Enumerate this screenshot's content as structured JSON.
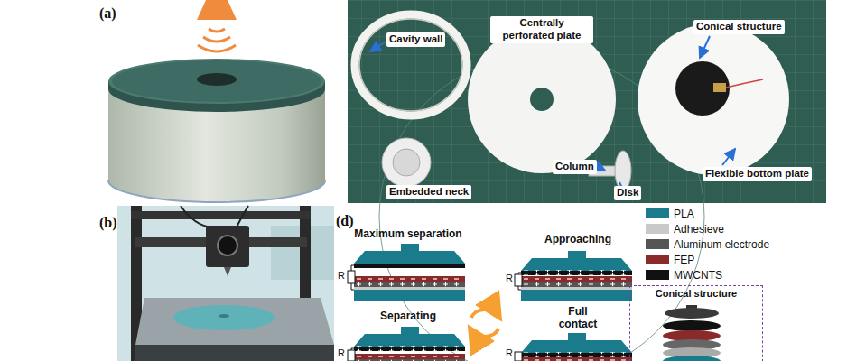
{
  "diagram": {
    "nodes": [
      {
        "text": [
          "Conical structure"
        ]
      }
    ],
    "labels": [
      "(a)",
      "Cavity wall",
      "Centrally perforated plate",
      "Conical structure",
      "Column",
      "Embedded neck",
      "Disk",
      "Flexible bottom plate",
      "(b)",
      "(d)",
      "Maximum separation",
      "Approaching",
      "Separating",
      "Full contact",
      "R",
      "R",
      "R",
      "R"
    ],
    "legend": [
      {
        "text": "PLA",
        "color": "#1a7b8c"
      },
      {
        "text": "Adhesieve",
        "color": "#c9c9c9"
      },
      {
        "text": "Aluminum electrode",
        "color": "#555555"
      },
      {
        "text": "FEP",
        "color": "#8b2a2a"
      },
      {
        "text": "MWCNTS",
        "color": "#111111"
      }
    ]
  }
}
